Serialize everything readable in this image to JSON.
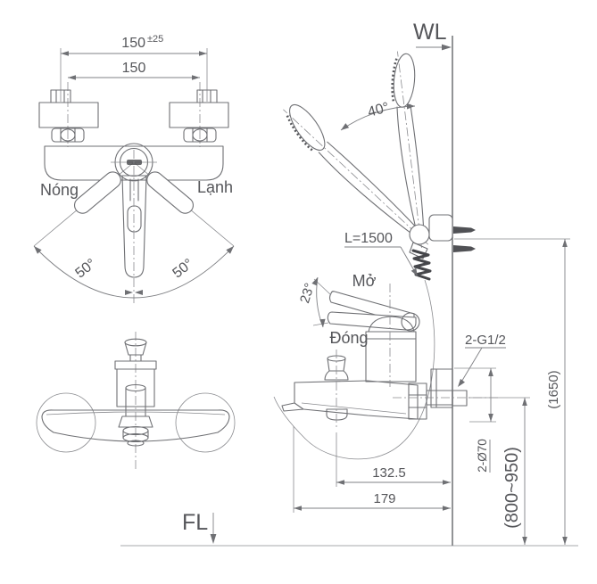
{
  "drawing": {
    "front_view": {
      "dim_tolerance": {
        "value": "150",
        "tolerance": "±25"
      },
      "dim_center_distance": "150",
      "label_hot": "Nóng",
      "label_cold": "Lạnh",
      "angle_left": "50°",
      "angle_right": "50°"
    },
    "side_view": {
      "label_wall_line": "WL",
      "label_floor_line": "FL",
      "angle_shower_swivel": "40°",
      "label_hose_length": "L=1500",
      "label_open": "Mở",
      "label_close": "Đóng",
      "angle_lever": "23°",
      "label_connections": "2-G1/2",
      "label_escutcheons": "2-Ø70",
      "dim_mounting_height": "(800~950)",
      "dim_shower_height": "(1650)",
      "dim_spout_center": "132.5",
      "dim_spout_reach": "179"
    },
    "colors": {
      "background": "#ffffff",
      "line": "#6f7074",
      "dim_line": "#85868a",
      "text": "#55565a",
      "dark": "#4a4b4e"
    }
  }
}
